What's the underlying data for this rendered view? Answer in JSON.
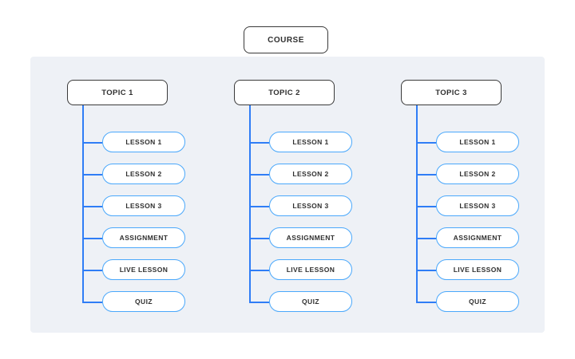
{
  "root": {
    "label": "COURSE"
  },
  "columns": [
    {
      "topic": "TOPIC 1",
      "items": [
        "LESSON 1",
        "LESSON 2",
        "LESSON 3",
        "ASSIGNMENT",
        "LIVE LESSON",
        "QUIZ"
      ]
    },
    {
      "topic": "TOPIC 2",
      "items": [
        "LESSON 1",
        "LESSON 2",
        "LESSON 3",
        "ASSIGNMENT",
        "LIVE LESSON",
        "QUIZ"
      ]
    },
    {
      "topic": "TOPIC 3",
      "items": [
        "LESSON 1",
        "LESSON 2",
        "LESSON 3",
        "ASSIGNMENT",
        "LIVE LESSON",
        "QUIZ"
      ]
    }
  ],
  "colors": {
    "panel_bg": "#eef1f6",
    "box_border": "#3a3a3a",
    "pill_border": "#4aa8fb",
    "connector": "#2f7df6",
    "text": "#2f2f2f",
    "node_bg": "#ffffff"
  }
}
